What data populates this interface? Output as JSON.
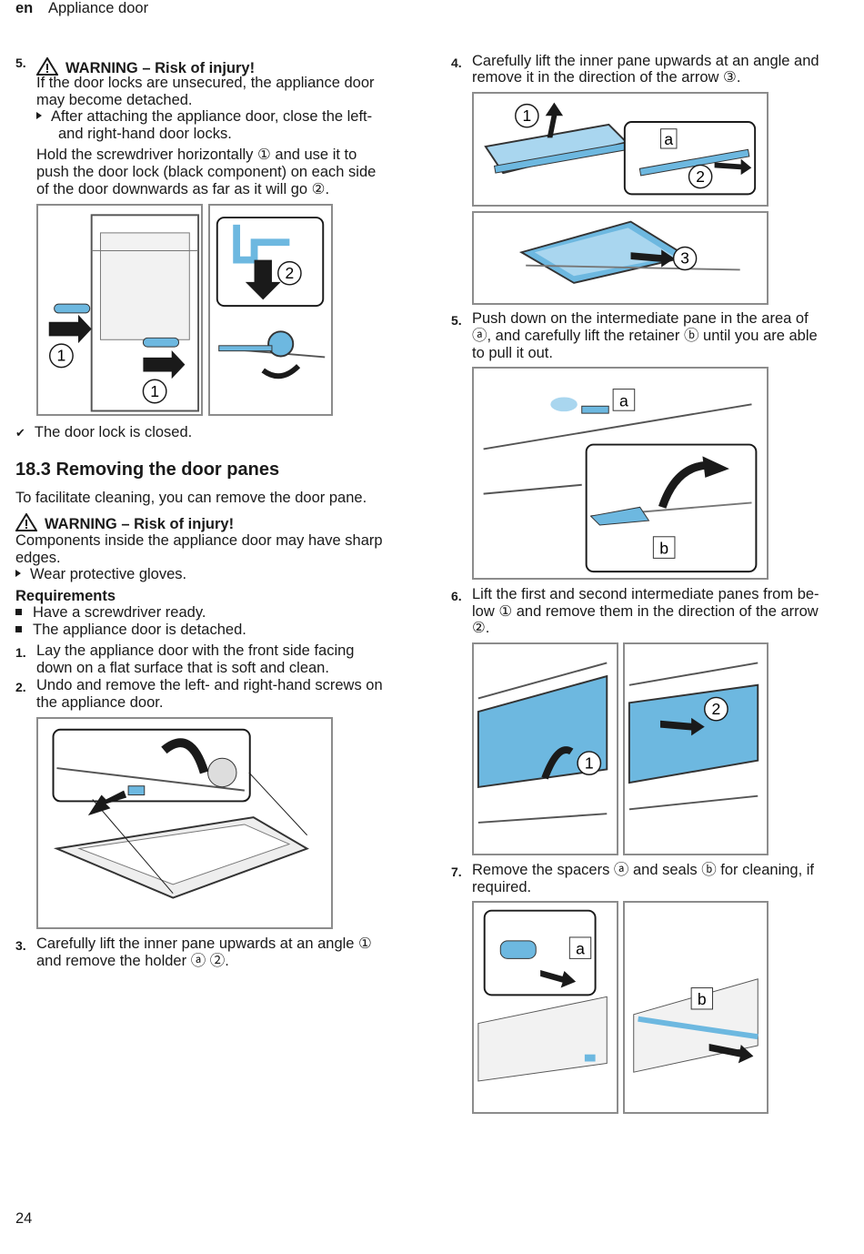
{
  "header": {
    "lang": "en",
    "title": "Appliance door"
  },
  "page_number": "24",
  "left": {
    "step5": {
      "num": "5.",
      "warning": "WARNING – Risk of injury!",
      "warning_text_1": "If the door locks are unsecured, the appliance door",
      "warning_text_2": "may become detached.",
      "bullet_1": "After attaching the appliance door, close the left-",
      "bullet_2": "and right-hand door locks.",
      "body_1": "Hold the screwdriver horizontally ① and use it to",
      "body_2": "push the door lock (black component) on each side",
      "body_3": "of the door downwards as far as it will go ②."
    },
    "result": "The door lock is closed.",
    "section_heading": "18.3 Removing the door panes",
    "intro": "To facilitate cleaning, you can remove the door pane.",
    "warning2": "WARNING – Risk of injury!",
    "warning2_text_1": "Components inside the appliance door may have sharp",
    "warning2_text_2": "edges.",
    "warning2_bullet": "Wear protective gloves.",
    "requirements_title": "Requirements",
    "req_1": "Have a screwdriver ready.",
    "req_2": "The appliance door is detached.",
    "step1_num": "1.",
    "step1_1": "Lay the appliance door with the front side facing",
    "step1_2": "down on a flat surface that is soft and clean.",
    "step2_num": "2.",
    "step2_1": "Undo and remove the left- and right-hand screws on",
    "step2_2": "the appliance door.",
    "step3_num": "3.",
    "step3_1": "Carefully lift the inner pane upwards at an angle ①",
    "step3_2": "and remove the holder ⓐ ②."
  },
  "right": {
    "step4_num": "4.",
    "step4_1": "Carefully lift the inner pane upwards at an angle and",
    "step4_2": "remove it in the direction of the arrow ③.",
    "step5_num": "5.",
    "step5_1": "Push down on the intermediate pane in the area of",
    "step5_2": "ⓐ, and carefully lift the retainer ⓑ until you are able",
    "step5_3": "to pull it out.",
    "step6_num": "6.",
    "step6_1": "Lift the first and second intermediate panes from be-",
    "step6_2": "low ① and remove them in the direction of the arrow",
    "step6_3": "②.",
    "step7_num": "7.",
    "step7_1": "Remove the spacers ⓐ and seals ⓑ for cleaning, if",
    "step7_2": "required."
  },
  "figure_labels": {
    "one": "1",
    "two": "2",
    "three": "3",
    "a": "a",
    "b": "b"
  },
  "colors": {
    "pane_blue": "#6db8e0",
    "light_blue": "#a9d6ef",
    "frame_gray": "#8c8c8c"
  }
}
